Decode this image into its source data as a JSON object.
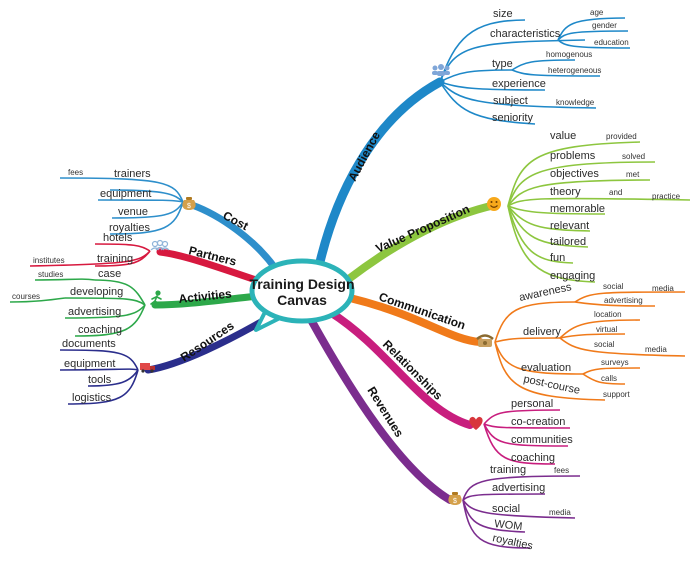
{
  "center": {
    "line1": "Training Design",
    "line2": "Canvas"
  },
  "colors": {
    "audience": "#1E88C8",
    "value": "#8DC63F",
    "communication": "#F07A1A",
    "relationships": "#C81E7E",
    "revenues": "#7B2D8E",
    "cost": "#2E8FCB",
    "partners": "#D7193F",
    "activities": "#2DA84A",
    "resources": "#2B2E8C",
    "bubble": "#2CB3B8"
  },
  "branches": {
    "audience": {
      "label": "Audience",
      "icon": "people-icon",
      "items": [
        "size",
        "characteristics",
        "age",
        "gender",
        "education",
        "type",
        "homogenous",
        "heterogeneous",
        "experience",
        "subject",
        "knowledge",
        "seniority"
      ]
    },
    "value": {
      "label": "Value Proposition",
      "icon": "smiley-icon",
      "items": [
        "value",
        "provided",
        "problems",
        "solved",
        "objectives",
        "met",
        "theory",
        "and",
        "practice",
        "memorable",
        "relevant",
        "tailored",
        "fun",
        "engaging"
      ]
    },
    "communication": {
      "label": "Communication",
      "icon": "telephone-icon",
      "items": [
        "awareness",
        "social",
        "media",
        "advertising",
        "delivery",
        "location",
        "virtual",
        "social",
        "media",
        "evaluation",
        "surveys",
        "calls",
        "post-course",
        "support"
      ]
    },
    "relationships": {
      "label": "Relationships",
      "icon": "heart-icon",
      "items": [
        "personal",
        "co-creation",
        "communities",
        "coaching"
      ]
    },
    "revenues": {
      "label": "Revenues",
      "icon": "money-bag-icon",
      "items": [
        "training",
        "fees",
        "advertising",
        "social",
        "media",
        "WOM",
        "royalties"
      ]
    },
    "cost": {
      "label": "Cost",
      "icon": "money-bag-icon",
      "items": [
        "fees",
        "trainers",
        "equipment",
        "venue",
        "royalties"
      ]
    },
    "partners": {
      "label": "Partners",
      "icon": "group-icon",
      "items": [
        "hotels",
        "institutes",
        "training"
      ]
    },
    "activities": {
      "label": "Activities",
      "icon": "runner-icon",
      "items": [
        "studies",
        "case",
        "courses",
        "developing",
        "advertising",
        "coaching"
      ]
    },
    "resources": {
      "label": "Resources",
      "icon": "truck-icon",
      "items": [
        "documents",
        "equipment",
        "tools",
        "logistics"
      ]
    }
  }
}
